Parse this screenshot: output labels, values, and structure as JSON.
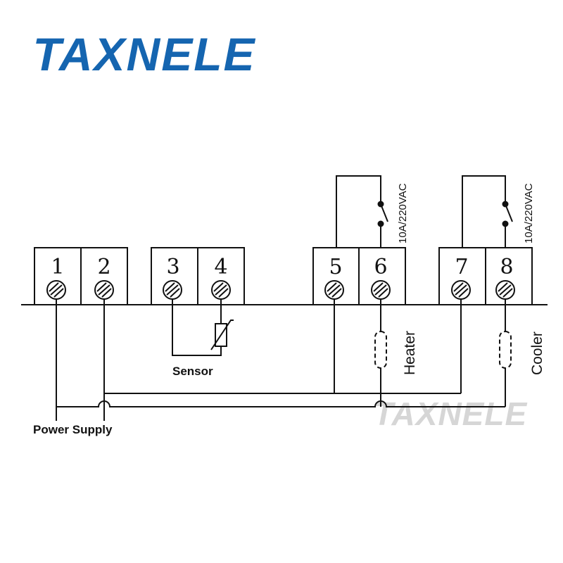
{
  "brand": {
    "logo_text": "TAXNELE",
    "logo_color": "#1565b0",
    "watermark_text": "TAXNELE",
    "watermark_color": "#d6d6d6"
  },
  "terminals": [
    {
      "number": "1"
    },
    {
      "number": "2"
    },
    {
      "number": "3"
    },
    {
      "number": "4"
    },
    {
      "number": "5"
    },
    {
      "number": "6"
    },
    {
      "number": "7"
    },
    {
      "number": "8"
    }
  ],
  "labels": {
    "power_supply": "Power Supply",
    "sensor": "Sensor",
    "heater": "Heater",
    "cooler": "Cooler",
    "relay_rating_heater": "10A/220VAC",
    "relay_rating_cooler": "10A/220VAC"
  },
  "colors": {
    "line": "#111111",
    "background": "#ffffff"
  }
}
